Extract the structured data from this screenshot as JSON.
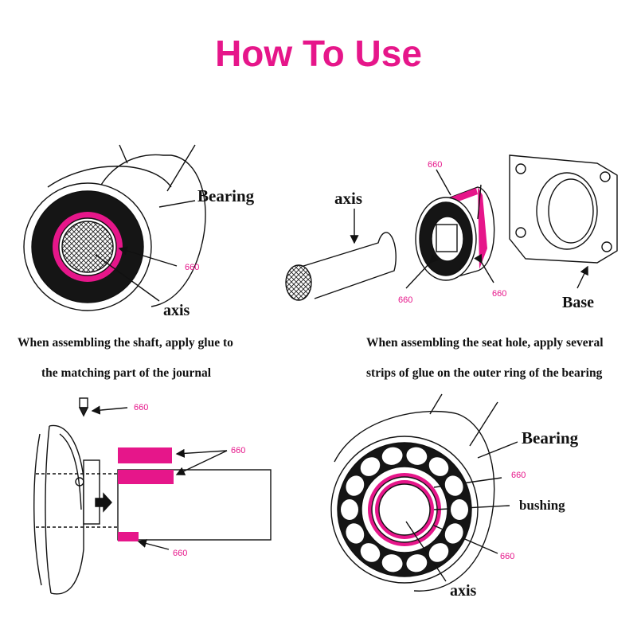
{
  "title": "How To Use",
  "colors": {
    "accent": "#e6168a",
    "ink": "#111111"
  },
  "labels": {
    "bearing": "Bearing",
    "axis": "axis",
    "base": "Base",
    "bushing": "bushing",
    "glue": "660"
  },
  "captions": {
    "left_line1": "When assembling the shaft, apply glue to",
    "left_line2": "the matching part of the journal",
    "right_line1": "When assembling the seat hole, apply several",
    "right_line2": "strips of glue on the outer ring of the bearing"
  }
}
